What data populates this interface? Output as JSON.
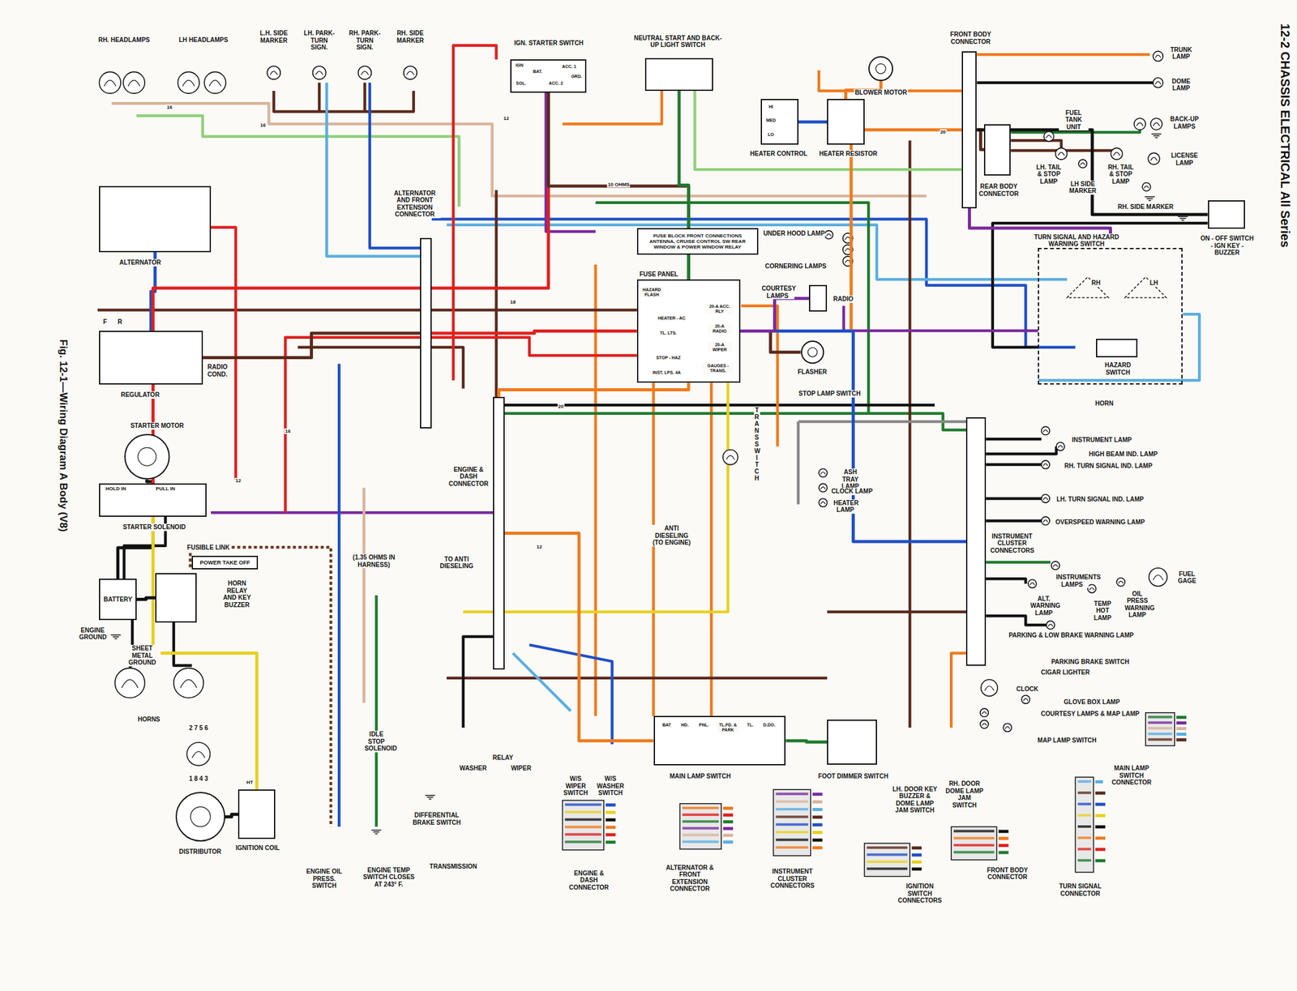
{
  "diagram": {
    "title": "12-2 CHASSIS ELECTRICAL All Series",
    "caption": "Fig. 12-1—Wiring Diagram A Body (V8)",
    "nodes": [
      {
        "text": [
          "IGN. STARTER SWITCH"
        ]
      },
      {
        "text": [
          "NEUTRAL START AND BACK-UP LIGHT SWITCH"
        ]
      },
      {
        "text": [
          "ALTERNATOR"
        ]
      },
      {
        "text": [
          "REGULATOR"
        ]
      },
      {
        "text": [
          "STARTER SOLENOID"
        ]
      },
      {
        "text": [
          "BATTERY"
        ]
      },
      {
        "text": [
          "HORN RELAY AND KEY BUZZER"
        ]
      },
      {
        "text": [
          "POWER TAKE OFF"
        ]
      },
      {
        "text": [
          "FUSE PANEL"
        ]
      },
      {
        "text": [
          "FUSE BLOCK FRONT CONNECTIONS ANTENNA, CRUISE CONTROL SW REAR WINDOW & POWER WINDOW RELAY"
        ]
      },
      {
        "text": [
          "HEATER CONTROL"
        ]
      },
      {
        "text": [
          "HEATER RESISTOR"
        ]
      },
      {
        "text": [
          "RADIO"
        ]
      },
      {
        "text": [
          "FRONT BODY CONNECTOR"
        ]
      },
      {
        "text": [
          "REAR BODY CONNECTOR"
        ]
      },
      {
        "text": [
          "TURN SIGNAL AND HAZARD WARNING SWITCH"
        ]
      },
      {
        "text": [
          "HAZARD SWITCH"
        ],
        "in": 15
      },
      {
        "text": [
          "ON - OFF SWITCH - IGN KEY - BUZZER"
        ]
      },
      {
        "text": [
          "ALTERNATOR AND FRONT EXTENSION CONNECTOR"
        ]
      },
      {
        "text": [
          "ENGINE & DASH CONNECTOR"
        ]
      },
      {
        "text": [
          "INSTRUMENT CLUSTER CONNECTORS"
        ]
      },
      {
        "text": [
          "MAIN LAMP SWITCH"
        ]
      },
      {
        "text": [
          "FOOT DIMMER SWITCH"
        ]
      },
      {
        "text": [
          "IGNITION COIL"
        ]
      },
      {
        "text": [
          "DISTRIBUTOR"
        ]
      },
      {
        "text": [
          "STARTER MOTOR"
        ]
      },
      {
        "text": [
          "BLOWER MOTOR"
        ]
      },
      {
        "text": [
          "FLASHER"
        ]
      }
    ],
    "edges": [
      {
        "from": 5,
        "to": 4,
        "arrow": "none"
      },
      {
        "from": 4,
        "to": 25,
        "arrow": "none"
      },
      {
        "from": 2,
        "to": 3,
        "arrow": "none"
      },
      {
        "from": 3,
        "to": 18,
        "arrow": "none"
      },
      {
        "from": 4,
        "to": 0,
        "arrow": "none"
      },
      {
        "from": 0,
        "to": 8,
        "arrow": "none"
      },
      {
        "from": 1,
        "to": 8,
        "arrow": "none"
      },
      {
        "from": 18,
        "to": 8,
        "arrow": "none"
      },
      {
        "from": 19,
        "to": 8,
        "arrow": "none"
      },
      {
        "from": 8,
        "to": 13,
        "arrow": "none"
      },
      {
        "from": 13,
        "to": 14,
        "arrow": "none"
      },
      {
        "from": 15,
        "to": 13,
        "arrow": "none"
      },
      {
        "from": 8,
        "to": 20,
        "arrow": "none"
      },
      {
        "from": 21,
        "to": 19,
        "arrow": "none"
      },
      {
        "from": 21,
        "to": 22,
        "arrow": "none"
      },
      {
        "from": 23,
        "to": 4,
        "arrow": "none"
      },
      {
        "from": 24,
        "to": 23,
        "arrow": "none"
      },
      {
        "from": 6,
        "to": 5,
        "arrow": "none"
      },
      {
        "from": 10,
        "to": 11,
        "arrow": "none"
      },
      {
        "from": 11,
        "to": 26,
        "arrow": "none"
      },
      {
        "from": 27,
        "to": 8,
        "arrow": "none"
      },
      {
        "from": 12,
        "to": 8,
        "arrow": "none"
      },
      {
        "from": 17,
        "to": 13,
        "arrow": "none"
      }
    ],
    "labels": [
      "RH. HEADLAMPS",
      "LH HEADLAMPS",
      "L.H. SIDE MARKER",
      "LH. PARK- TURN SIGN.",
      "RH. PARK- TURN SIGN.",
      "RH. SIDE MARKER",
      "TRUNK LAMP",
      "DOME LAMP",
      "FUEL TANK UNIT",
      "BACK-UP LAMPS",
      "LICENSE LAMP",
      "LH. TAIL & STOP LAMP",
      "LH SIDE MARKER",
      "RH. TAIL & STOP LAMP",
      "RH. SIDE MARKER",
      "RH",
      "LH",
      "HORN",
      "UNDER HOOD LAMP",
      "CORNERING LAMPS",
      "COURTESY LAMPS",
      "STOP LAMP SWITCH",
      "HOLD IN",
      "PULL IN",
      "RADIO COND.",
      "F",
      "R",
      "ANTI DIESELING (TO ENGINE)",
      "TRANS SWITCH",
      "INSTRUMENT LAMP",
      "HIGH BEAM IND. LAMP",
      "RH. TURN SIGNAL IND. LAMP",
      "LH. TURN SIGNAL IND. LAMP",
      "OVERSPEED WARNING LAMP",
      "ASH TRAY LAMP",
      "CLOCK LAMP",
      "HEATER LAMP",
      "INSTRUMENTS LAMPS",
      "ALT. WARNING LAMP",
      "TEMP HOT LAMP",
      "OIL PRESS WARNING LAMP",
      "FUEL GAGE",
      "PARKING & LOW BRAKE WARNING LAMP",
      "PARKING BRAKE SWITCH",
      "CIGAR LIGHTER",
      "CLOCK",
      "GLOVE BOX LAMP",
      "COURTESY LAMPS & MAP LAMP",
      "MAP LAMP SWITCH",
      "MAIN LAMP SWITCH CONNECTOR",
      "ENGINE GROUND",
      "SHEET METAL GROUND",
      "FUSIBLE LINK",
      "HORNS",
      "(1.35 OHMS IN HARNESS)",
      "TO ANTI DIESELING",
      "IDLE STOP SOLENOID",
      "RELAY",
      "WASHER",
      "WIPER",
      "W/S WIPER SWITCH",
      "W/S WASHER SWITCH",
      "LH. DOOR KEY BUZZER & DOME LAMP JAM SWITCH",
      "RH. DOOR DOME LAMP JAM SWITCH",
      "ENGINE OIL PRESS. SWITCH",
      "ENGINE TEMP SWITCH CLOSES AT 243° F.",
      "DIFFERENTIAL BRAKE SWITCH",
      "TRANSMISSION",
      "ENGINE & DASH CONNECTOR",
      "ALTERNATOR & FRONT EXTENSION CONNECTOR",
      "INSTRUMENT CLUSTER CONNECTORS",
      "IGNITION SWITCH CONNECTORS",
      "FRONT BODY CONNECTOR",
      "TURN SIGNAL CONNECTOR",
      "2 7 5 6",
      "1 8 4 3",
      "HT",
      "IGN",
      "BAT.",
      "ACC. 1",
      "SOL.",
      "ACC. 2",
      "GRD.",
      "BAT",
      "HD.",
      "PNL.",
      "TL.FD. & PARK",
      "TL.",
      "D.DO.",
      "HI",
      "MED",
      "LO",
      "HAZARD FLASH",
      "HEATER - AC",
      "20-A ACC. RLY",
      "20-A RADIO",
      "TL. LTS.",
      "20-A WIPER",
      "STOP - HAZ",
      "GAUGES - TRANS.",
      "INST. LPS. 4A",
      "10 OHMS",
      "16",
      "16",
      "12",
      "18",
      "20",
      "12",
      "20",
      "16",
      "12"
    ]
  }
}
